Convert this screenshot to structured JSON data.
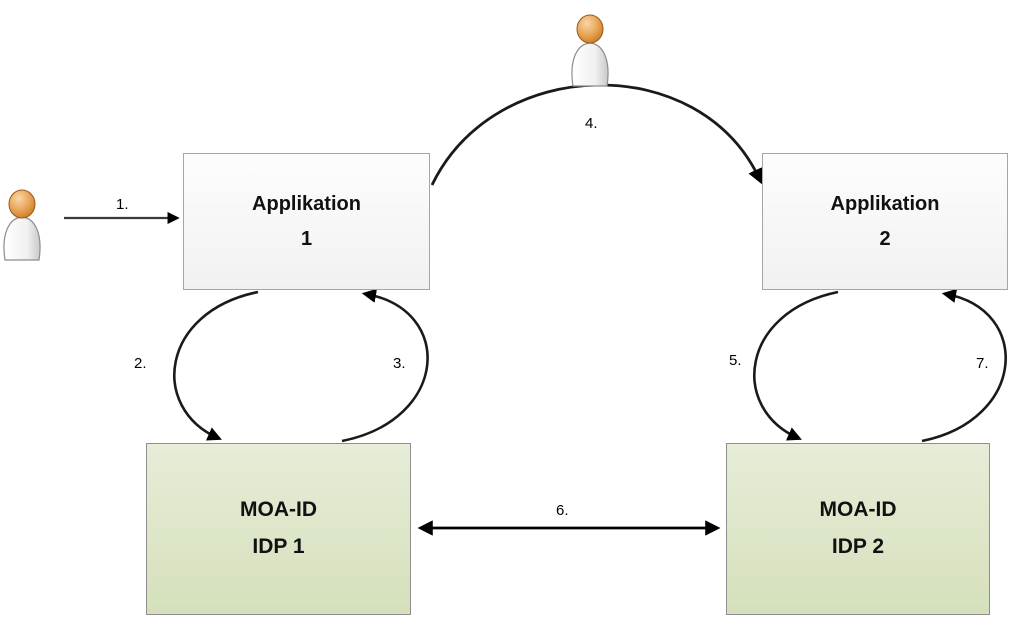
{
  "diagram": {
    "nodes": {
      "app1": {
        "line1": "Applikation",
        "line2": "1"
      },
      "app2": {
        "line1": "Applikation",
        "line2": "2"
      },
      "idp1": {
        "line1": "MOA-ID",
        "line2": "IDP 1"
      },
      "idp2": {
        "line1": "MOA-ID",
        "line2": "IDP 2"
      }
    },
    "labels": {
      "step1": "1.",
      "step2": "2.",
      "step3": "3.",
      "step4": "4.",
      "step5": "5.",
      "step6": "6.",
      "step7": "7."
    },
    "icons": {
      "user_left": "person-icon",
      "user_top": "person-icon"
    },
    "colors": {
      "app_fill_top": "#fdfdfd",
      "app_fill_bottom": "#f1f1f1",
      "idp_fill_top": "#e6edd8",
      "idp_fill_bottom": "#d5e0bb",
      "box_border": "#9a9a9a",
      "arrow": "#1a1a1a",
      "person_head": "#e8a355",
      "person_body": "#f2f2f2"
    }
  }
}
